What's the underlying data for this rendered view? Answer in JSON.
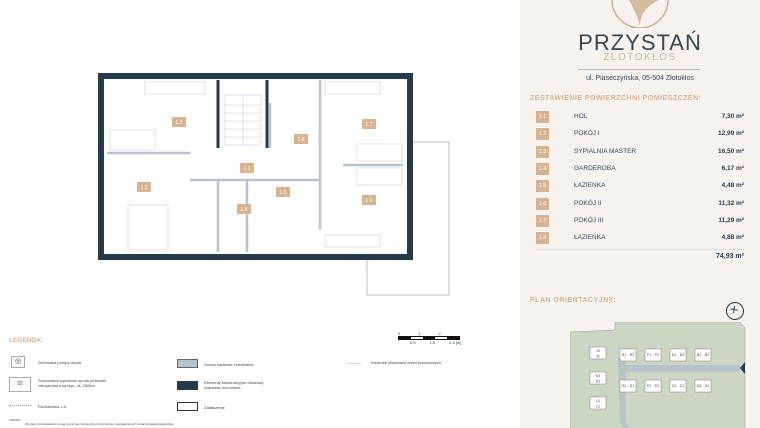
{
  "brand": {
    "name": "PRZYSTAŃ",
    "subname": "ZŁOTOKŁOS",
    "address": "ul. Piaseczyńska, 05-504 Złotokłos",
    "accent": "#d7b48f"
  },
  "summary": {
    "heading": "ZESTAWIENIE POWIERZCHNI POMIESZCZEŃ:",
    "rooms": [
      {
        "no": "1.1",
        "name": "HOL",
        "area": "7,30 m²"
      },
      {
        "no": "1.2",
        "name": "POKÓJ I",
        "area": "12,99 m²"
      },
      {
        "no": "1.3",
        "name": "SYPIALNIA MASTER",
        "area": "16,50 m²"
      },
      {
        "no": "1.4",
        "name": "GARDEROBA",
        "area": "6,17 m²"
      },
      {
        "no": "1.5",
        "name": "ŁAZIENKA",
        "area": "4,48 m²"
      },
      {
        "no": "1.6",
        "name": "POKÓJ II",
        "area": "11,32 m²"
      },
      {
        "no": "1.7",
        "name": "POKÓJ III",
        "area": "11,29 m²"
      },
      {
        "no": "1.8",
        "name": "ŁAZIENKA",
        "area": "4,88 m²"
      }
    ],
    "total": "74,93 m²"
  },
  "orientation": {
    "heading": "PLAN ORIENTACYJNY:",
    "lots_top": [
      "J2",
      "J1",
      "K2",
      "K1",
      "L2",
      "L1"
    ],
    "lots_row1": [
      "H1",
      "H2",
      "F1",
      "F2",
      "D1",
      "D2",
      "B1",
      "B2"
    ],
    "lots_row2": [
      "G2",
      "G1",
      "E2",
      "E1",
      "C2",
      "C1",
      "A2",
      "A1"
    ]
  },
  "legend": {
    "heading": "LEGENDA:",
    "items": [
      "Jednostka pompy ciepła",
      "Szacowana wysokość spodu jednostki rekuperatora na wys. ok. 258cm",
      "Rozdzielacz c.o.",
      "Ściany działowe rozbieralne",
      "Elementy konstrukcyjne obudowy szachtów murowane",
      "Zadaszenie",
      "Kierunek otwierania drzwi przesuwnych"
    ],
    "note_heading": "UWAGA:",
    "note": "Wymiary przedstawione mogą różnić się nieznacznie od wymiarów, uwzględnionych w karcie katalogowej lokalu."
  },
  "scale": {
    "top": [
      "0",
      "1",
      "2"
    ],
    "bottom": [
      "0.5",
      "1.5",
      "2.5 [m]"
    ]
  },
  "colors": {
    "wall": "#253a4a",
    "partition": "#b7c3cc",
    "room_label": "#d7b48f"
  }
}
